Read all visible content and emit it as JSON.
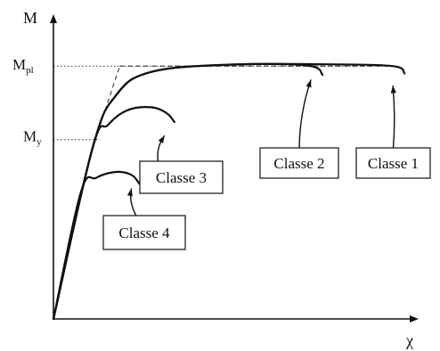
{
  "chart_data": {
    "type": "line",
    "xlabel": "χ",
    "ylabel": "M",
    "y_ticks": [
      {
        "key": "mpl",
        "main": "M",
        "sub": "pl"
      },
      {
        "key": "my",
        "main": "M",
        "sub": "y"
      }
    ],
    "reference_levels": {
      "my": 0.61,
      "mpl": 0.86
    },
    "plastic_idealization": {
      "elastic_slope_to_mpl": true,
      "plateau_level": "mpl"
    },
    "series": [
      {
        "name": "Classe 1",
        "points": [
          [
            0,
            0
          ],
          [
            0.1,
            0.58
          ],
          [
            0.16,
            0.76
          ],
          [
            0.25,
            0.84
          ],
          [
            0.45,
            0.865
          ],
          [
            0.7,
            0.866
          ],
          [
            0.87,
            0.86
          ],
          [
            0.9,
            0.835
          ]
        ]
      },
      {
        "name": "Classe 2",
        "points": [
          [
            0,
            0
          ],
          [
            0.1,
            0.58
          ],
          [
            0.16,
            0.76
          ],
          [
            0.25,
            0.84
          ],
          [
            0.45,
            0.865
          ],
          [
            0.65,
            0.862
          ],
          [
            0.69,
            0.83
          ]
        ]
      },
      {
        "name": "Classe 3",
        "points": [
          [
            0,
            0
          ],
          [
            0.1,
            0.58
          ],
          [
            0.14,
            0.66
          ],
          [
            0.19,
            0.71
          ],
          [
            0.25,
            0.72
          ],
          [
            0.29,
            0.7
          ],
          [
            0.31,
            0.67
          ]
        ]
      },
      {
        "name": "Classe 4",
        "points": [
          [
            0,
            0
          ],
          [
            0.07,
            0.43
          ],
          [
            0.11,
            0.48
          ],
          [
            0.16,
            0.5
          ],
          [
            0.2,
            0.49
          ],
          [
            0.22,
            0.46
          ]
        ]
      }
    ],
    "labels": [
      {
        "text": "Classe 1",
        "series": "Classe 1"
      },
      {
        "text": "Classe 2",
        "series": "Classe 2"
      },
      {
        "text": "Classe 3",
        "series": "Classe 3"
      },
      {
        "text": "Classe 4",
        "series": "Classe 4"
      }
    ],
    "grid": false,
    "legend": "none"
  }
}
